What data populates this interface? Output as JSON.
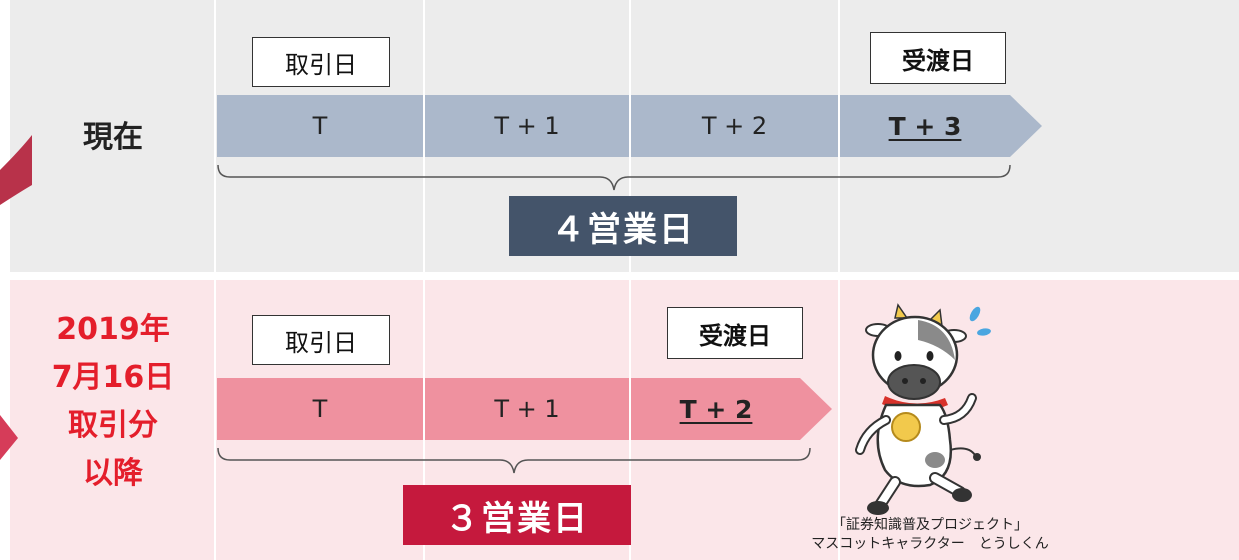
{
  "rows": {
    "current": {
      "label": "現在",
      "trade_day_box": "取引日",
      "settle_day_box": "受渡日",
      "steps": [
        "T",
        "T + 1",
        "T + 2",
        "T + 3"
      ],
      "days": "４営業日",
      "color": "#abb8cb"
    },
    "new": {
      "label_lines": [
        "2019年",
        "7月16日",
        "取引分",
        "以降"
      ],
      "trade_day_box": "取引日",
      "settle_day_box": "受渡日",
      "steps": [
        "T",
        "T + 1",
        "T + 2"
      ],
      "days": "３営業日",
      "color": "#ef919f"
    }
  },
  "mascot": {
    "credit_line1": "「証券知識普及プロジェクト」",
    "credit_line2": "マスコットキャラクター　とうしくん"
  }
}
